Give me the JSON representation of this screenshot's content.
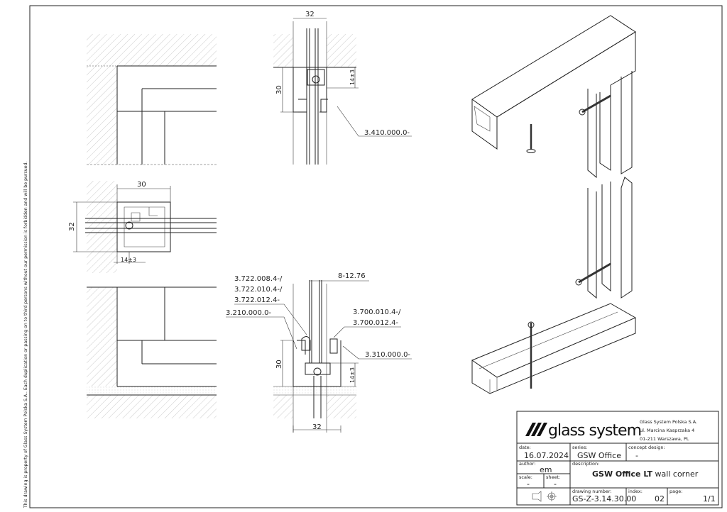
{
  "side_note": "This drawing is property of Glass System Polska S.A.. Each duplication or passing on to third persons without our permission is forbidden and will be pursued.",
  "dimensions": {
    "top_width": "32",
    "top_height": "30",
    "top_offset": "14±3",
    "mid_width": "30",
    "mid_height": "32",
    "mid_offset": "14±3",
    "bottom_glass": "8-12.76",
    "bottom_height": "30",
    "bottom_offset": "14±3",
    "bottom_width": "32"
  },
  "part_labels": {
    "top_profile": "3.410.000.0-",
    "gasket_a1": "3.722.008.4-/",
    "gasket_a2": "3.722.010.4-/",
    "gasket_a3": "3.722.012.4-",
    "frame": "3.210.000.0-",
    "gasket_b1": "3.700.010.4-/",
    "gasket_b2": "3.700.012.4-",
    "cover": "3.310.000.0-"
  },
  "title_block": {
    "logo": "glass system",
    "company": "Glass System Polska S.A.",
    "street": "ul. Marcina Kasprzaka 4",
    "city": "01-211 Warszawa, PL",
    "date_label": "date:",
    "date": "16.07.2024",
    "series_label": "series:",
    "series": "GSW Office",
    "concept_label": "concept design:",
    "concept": "-",
    "author_label": "author:",
    "author": "em",
    "description_label": "description:",
    "description_bold": "GSW Office LT",
    "description_rest": " wall corner",
    "scale_label": "scale:",
    "scale": "-",
    "sheet_label": "sheet:",
    "sheet": "-",
    "drawing_number_label": "drawing number:",
    "drawing_number": "GS-Z-3.14.30.00",
    "index_label": "index:",
    "index": "02",
    "page_label": "page:",
    "page": "1/1"
  }
}
